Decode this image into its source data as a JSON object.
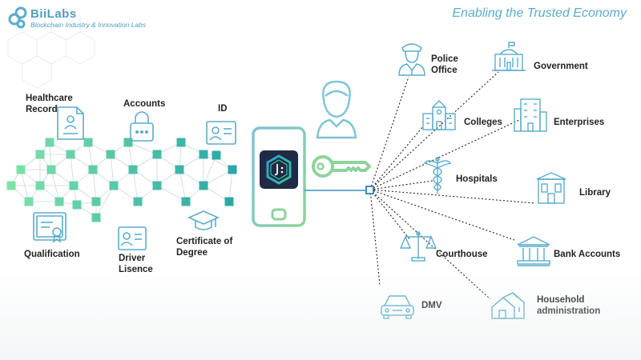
{
  "brand": {
    "name": "BiiLabs",
    "tagline": "Blockchain Industry & Innovation Labs",
    "headline": "Enabling the Trusted Economy",
    "accent_color": "#5aaccb"
  },
  "left_items": [
    {
      "id": "healthcare",
      "label_lines": [
        "Healthcare",
        "Record"
      ],
      "icon": "medical-record-icon"
    },
    {
      "id": "accounts",
      "label_lines": [
        "Accounts"
      ],
      "icon": "padlock-icon"
    },
    {
      "id": "id",
      "label_lines": [
        "ID"
      ],
      "icon": "id-card-icon"
    },
    {
      "id": "qualification",
      "label_lines": [
        "Qualification"
      ],
      "icon": "certificate-icon"
    },
    {
      "id": "driver",
      "label_lines": [
        "Driver",
        "Lisence"
      ],
      "icon": "driver-license-icon"
    },
    {
      "id": "degree",
      "label_lines": [
        "Certificate of",
        "Degree"
      ],
      "icon": "graduation-cap-icon"
    }
  ],
  "center": {
    "phone_icon": "smartphone-icon",
    "app_icon": "identity-app-icon",
    "key_icon": "key-icon",
    "user_icon": "user-icon"
  },
  "right_items": [
    {
      "id": "police",
      "label_lines": [
        "Police",
        "Office"
      ],
      "icon": "police-officer-icon"
    },
    {
      "id": "government",
      "label_lines": [
        "Government"
      ],
      "icon": "government-building-icon"
    },
    {
      "id": "colleges",
      "label_lines": [
        "Colleges"
      ],
      "icon": "college-icon"
    },
    {
      "id": "enterprises",
      "label_lines": [
        "Enterprises"
      ],
      "icon": "office-building-icon"
    },
    {
      "id": "hospitals",
      "label_lines": [
        "Hospitals"
      ],
      "icon": "caduceus-icon"
    },
    {
      "id": "library",
      "label_lines": [
        "Library"
      ],
      "icon": "library-icon"
    },
    {
      "id": "courthouse",
      "label_lines": [
        "Courthouse"
      ],
      "icon": "scales-icon"
    },
    {
      "id": "bank",
      "label_lines": [
        "Bank Accounts"
      ],
      "icon": "bank-icon"
    },
    {
      "id": "dmv",
      "label_lines": [
        "DMV"
      ],
      "icon": "car-icon"
    },
    {
      "id": "household",
      "label_lines": [
        "Household",
        "administration"
      ],
      "icon": "houses-icon"
    }
  ],
  "colors": {
    "icon_stroke": "#5aaccb",
    "network_light": "#7fe3a8",
    "network_dark": "#2aa6a6",
    "key": "#8ed39a",
    "app_bg": "#1f2a44",
    "dotted_line": "#222222"
  }
}
